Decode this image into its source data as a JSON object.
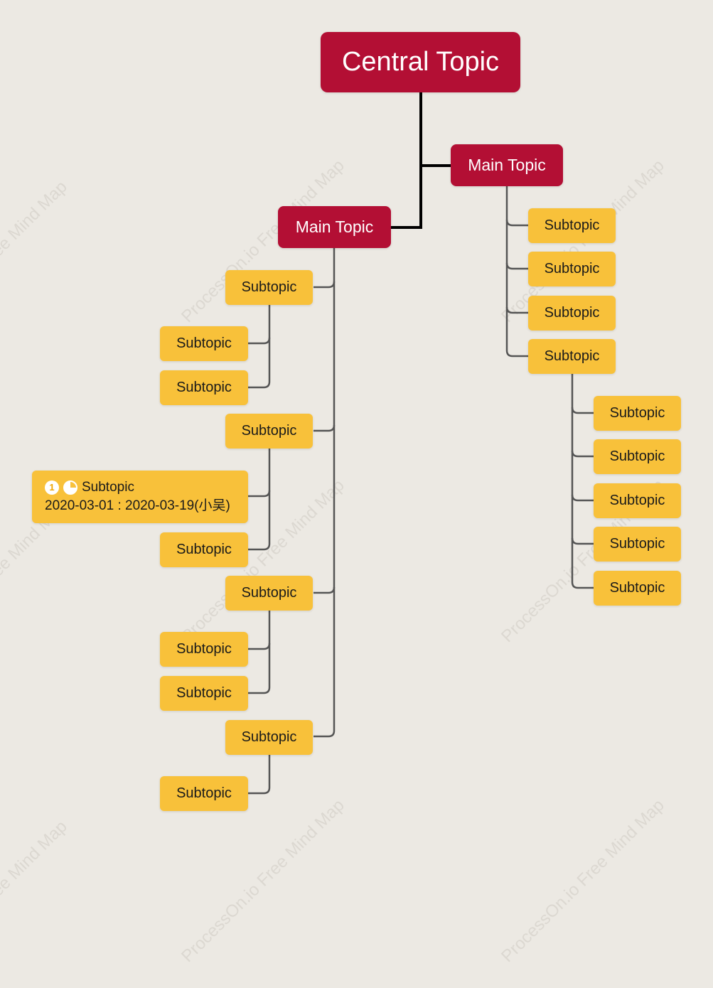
{
  "colors": {
    "background": "#ece9e3",
    "central": "#b30f34",
    "main": "#b30f34",
    "subtopic": "#f8c13a",
    "line_main": "#000000",
    "line_sub": "#555555"
  },
  "watermark": "ProcessOn.io Free Mind Map",
  "central_topic": "Central Topic",
  "left_branch": {
    "label": "Main Topic",
    "children": [
      {
        "label": "Subtopic",
        "children": [
          "Subtopic",
          "Subtopic"
        ]
      },
      {
        "label": "Subtopic",
        "children": [
          {
            "label": "Subtopic",
            "priority": "1",
            "progress": "25%",
            "dates": "2020-03-01 : 2020-03-19(小吴)"
          },
          "Subtopic"
        ]
      },
      {
        "label": "Subtopic",
        "children": [
          "Subtopic",
          "Subtopic"
        ]
      },
      {
        "label": "Subtopic",
        "children": [
          "Subtopic"
        ]
      }
    ]
  },
  "right_branch": {
    "label": "Main Topic",
    "children": [
      {
        "label": "Subtopic"
      },
      {
        "label": "Subtopic"
      },
      {
        "label": "Subtopic"
      },
      {
        "label": "Subtopic",
        "children": [
          "Subtopic",
          "Subtopic",
          "Subtopic",
          "Subtopic",
          "Subtopic"
        ]
      }
    ]
  }
}
